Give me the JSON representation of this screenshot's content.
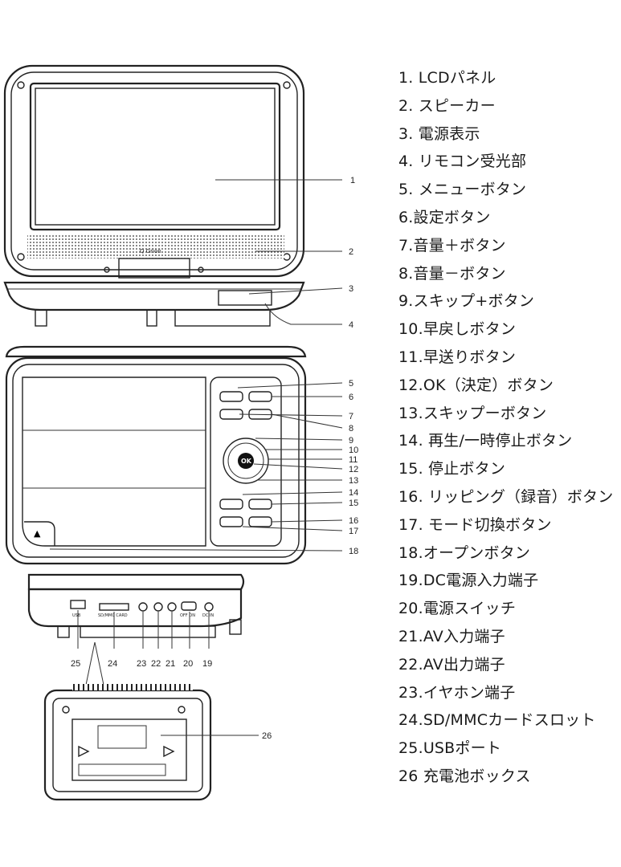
{
  "parts": [
    "1. LCDパネル",
    "2. スピーカー",
    "3. 電源表示",
    "4. リモコン受光部",
    "5. メニューボタン",
    "6.設定ボタン",
    "7.音量＋ボタン",
    "8.音量－ボタン",
    "9.スキップ+ボタン",
    "10.早戻しボタン",
    "11.早送りボタン",
    "12.OK（決定）ボタン",
    "13.スキップーボタン",
    "14. 再生/一時停止ボタン",
    "15. 停止ボタン",
    "16. リッピング（録音）ボタン",
    "17. モード切換ボタン",
    "18.オープンボタン",
    "19.DC電源入力端子",
    "20.電源スイッチ",
    "21.AV入力端子",
    "22.AV出力端子",
    "23.イヤホン端子",
    "24.SD/MMCカードスロット",
    "25.USBポート",
    "26 充電池ボックス"
  ],
  "callouts": {
    "c1": "1",
    "c2": "2",
    "c3": "3",
    "c4": "4",
    "c5": "5",
    "c6": "6",
    "c7": "7",
    "c8": "8",
    "c9": "9",
    "c10": "10",
    "c11": "11",
    "c12": "12",
    "c13": "13",
    "c14": "14",
    "c15": "15",
    "c16": "16",
    "c17": "17",
    "c18": "18",
    "c19": "19",
    "c20": "20",
    "c21": "21",
    "c22": "22",
    "c23": "23",
    "c24": "24",
    "c25": "25",
    "c26": "26"
  },
  "device_text": {
    "brand": "Q Grion",
    "ok": "OK",
    "eject": "▲",
    "port_usb": "USB",
    "port_sd": "SD/MMC CARD",
    "port_dc": "DC IN",
    "port_power": "OFF ON"
  },
  "icons": {
    "ok-button": "circle-with-text",
    "dpad": "four-way-ring",
    "eject": "triangle",
    "battery-arrow": "triangle-right"
  }
}
